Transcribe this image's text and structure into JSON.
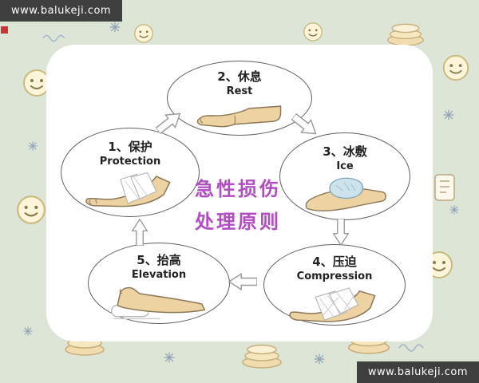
{
  "watermarks": {
    "top_left": "www.balukeji.com",
    "bottom_right": "www.balukeji.com"
  },
  "center_title": {
    "line1": "急性损伤",
    "line2": "处理原则",
    "color": "#b14cc3"
  },
  "steps": [
    {
      "label_zh": "1、保护",
      "label_en": "Protection",
      "illustration": "bandaged-foot-icon"
    },
    {
      "label_zh": "2、休息",
      "label_en": "Rest",
      "illustration": "resting-leg-icon"
    },
    {
      "label_zh": "3、冰敷",
      "label_en": "Ice",
      "illustration": "arm-with-ice-pack-icon"
    },
    {
      "label_zh": "4、压迫",
      "label_en": "Compression",
      "illustration": "compression-bandage-foot-icon"
    },
    {
      "label_zh": "5、抬高",
      "label_en": "Elevation",
      "illustration": "elevated-leg-on-pillow-icon"
    }
  ],
  "cycle_order": [
    "Protection",
    "Rest",
    "Ice",
    "Compression",
    "Elevation"
  ],
  "decorations": [
    "smiley-face-doodle",
    "pancake-stack-doodle",
    "sparkle-doodle",
    "squiggle-doodle",
    "sign-doodle",
    "red-mark"
  ],
  "colors": {
    "page_background": "#dde5d6",
    "panel_background": "#ffffff",
    "watermark_background": "#3f3f3f",
    "watermark_text": "#ffffff",
    "ellipse_border": "#5e5e5e",
    "skin": "#eed3a2",
    "bandage": "#ffffff",
    "ice_pack": "#cde3ec"
  }
}
